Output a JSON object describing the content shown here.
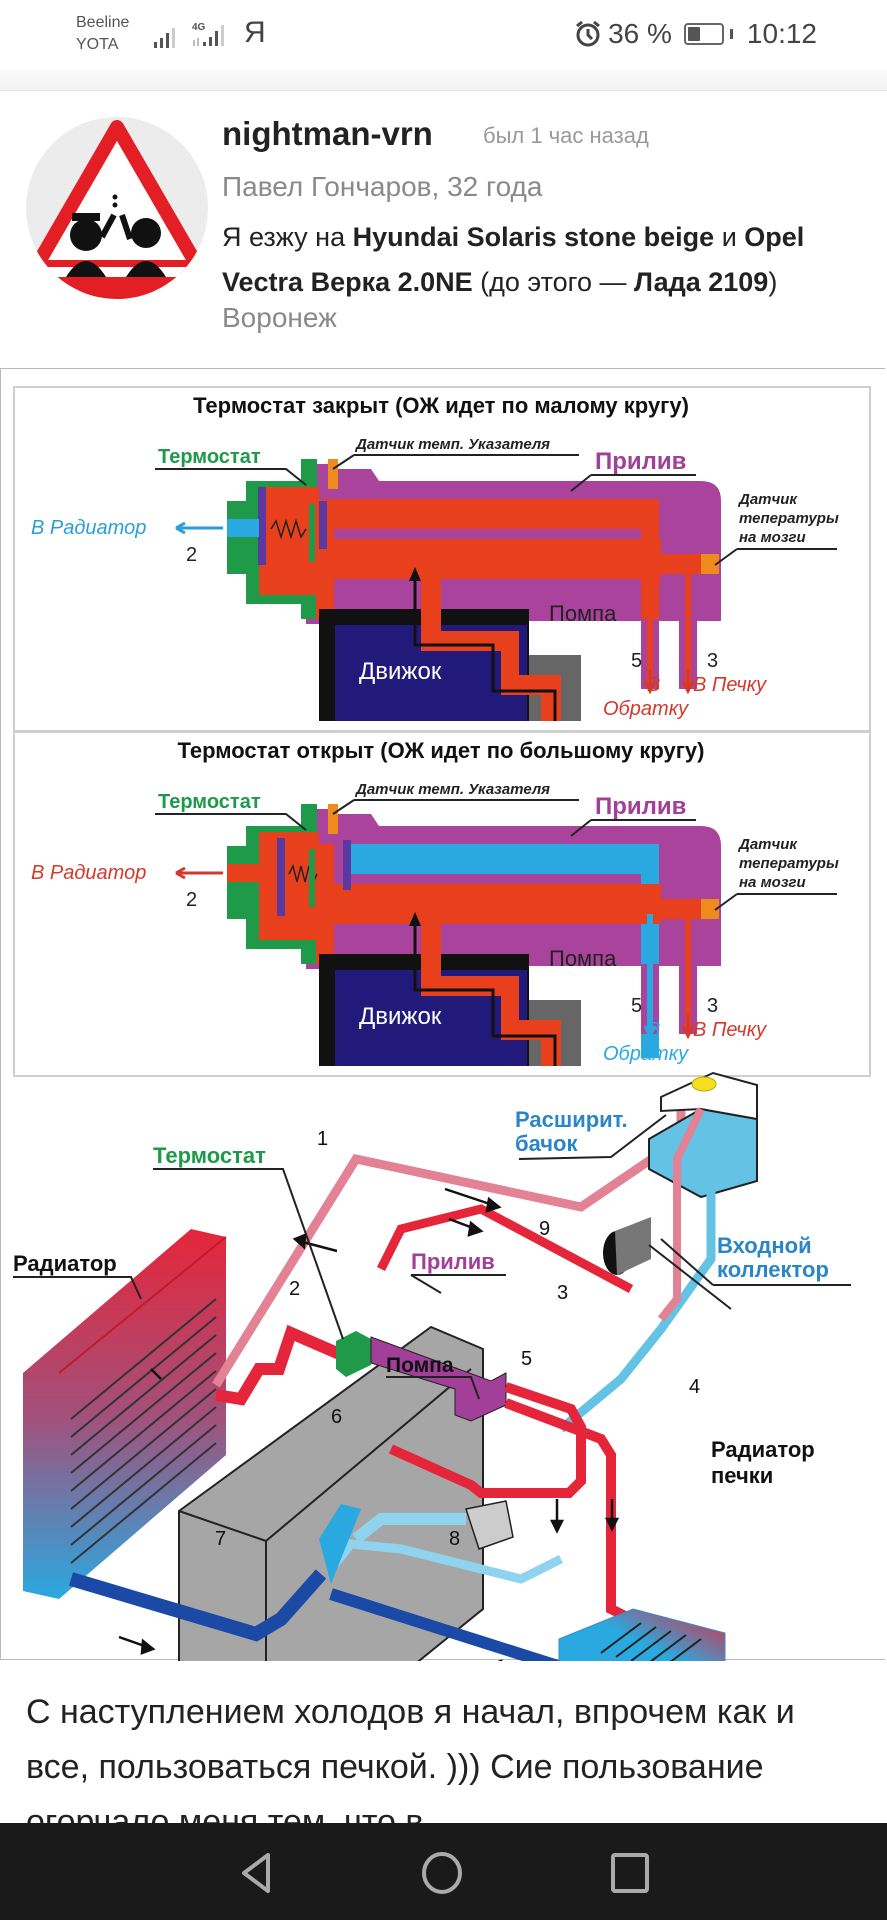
{
  "status_bar": {
    "carrier_1": "Beeline",
    "carrier_2": "YOTA",
    "network_type": "4G",
    "app_indicator": "Я",
    "alarm_icon": "alarm-icon",
    "battery_percent_label": "36 %",
    "battery_level": 0.36,
    "time": "10:12"
  },
  "profile": {
    "avatar_icon": "warning-triangle-avatar",
    "username": "nightman-vrn",
    "last_seen": "был 1 час назад",
    "real_name_age": "Павел Гончаров, 32 года",
    "cars": {
      "prefix": "Я езжу на ",
      "car_1": "Hyundai Solaris stone beige",
      "and": " и ",
      "car_2": "Opel Vectra Верка 2.0NE",
      "before_open": " (до этого — ",
      "car_3": "Лада 2109",
      "before_close": ")"
    },
    "city": "Воронеж"
  },
  "diagram": {
    "panel_closed": {
      "title": "Термостат закрыт (ОЖ идет по малому кругу)",
      "thermostat": "Термостат",
      "gauge_sensor": "Датчик темп. Указателя",
      "inlet": "Прилив",
      "to_radiator": "В Радиатор",
      "n2": "2",
      "brain_sensor_1": "Датчик",
      "brain_sensor_2": "тепературы",
      "brain_sensor_3": "на мозги",
      "pump": "Помпа",
      "engine": "Движок",
      "n5": "5",
      "n3": "3",
      "return_1": "В",
      "return_2": "Обратку",
      "to_heater": "В Печку"
    },
    "panel_open": {
      "title": "Термостат открыт (ОЖ идет по большому кругу)",
      "thermostat": "Термостат",
      "gauge_sensor": "Датчик темп. Указателя",
      "inlet": "Прилив",
      "to_radiator": "В Радиатор",
      "n2": "2",
      "brain_sensor_1": "Датчик",
      "brain_sensor_2": "тепературы",
      "brain_sensor_3": "на мозги",
      "pump": "Помпа",
      "engine": "Движок",
      "n5": "5",
      "n3": "3",
      "return_1": "В",
      "return_2": "Обратку",
      "to_heater": "В Печку"
    },
    "scheme": {
      "expansion_tank_1": "Расширит.",
      "expansion_tank_2": "бачок",
      "thermostat": "Термостат",
      "radiator": "Радиатор",
      "inlet": "Прилив",
      "intake_1": "Входной",
      "intake_2": "коллектор",
      "pump": "Помпа",
      "heater_radiator_1": "Радиатор",
      "heater_radiator_2": "печки",
      "numbers": [
        "1",
        "2",
        "3",
        "4",
        "5",
        "6",
        "7",
        "8",
        "9"
      ]
    }
  },
  "article": {
    "text": "С наступлением холодов я начал, впрочем как и все, пользоваться печкой. ))) Сие пользование огорчало меня тем, что в"
  },
  "nav": {
    "back": "back-icon",
    "home": "home-icon",
    "recents": "recents-icon"
  },
  "colors": {
    "coolant_hot": "#e8401c",
    "coolant_cold": "#29a9e0",
    "inlet_body": "#a9439b",
    "thermostat_body": "#1f9a48",
    "engine": "#211a7a",
    "label_green": "#1d9a4a",
    "label_purple": "#a23f98",
    "label_blue": "#2a86c6",
    "label_red": "#d33a2c"
  }
}
